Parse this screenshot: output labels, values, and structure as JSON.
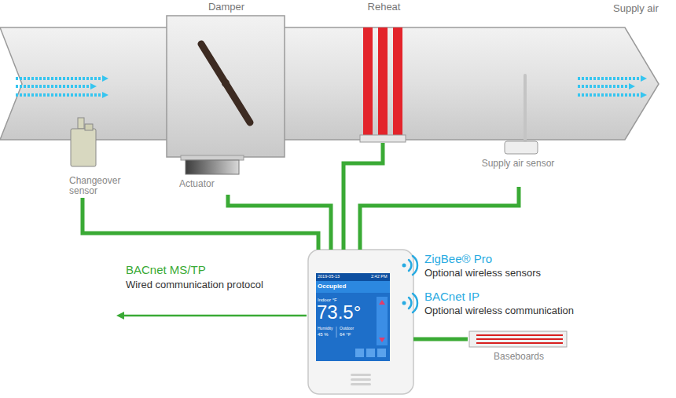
{
  "diagram": {
    "nodes": [
      {
        "text": [
          "Damper"
        ]
      },
      {
        "text": [
          "Reheat"
        ]
      },
      {
        "text": [
          "Changeover sensor"
        ]
      },
      {
        "text": [
          "Actuator"
        ]
      },
      {
        "text": [
          "Supply air sensor"
        ]
      },
      {
        "text": [
          "2019-05-13",
          "2:42 PM",
          "Occupied",
          "Indoor °F",
          "73.5°",
          "Humidity",
          "45 %",
          "Outdoor",
          "64 °F"
        ]
      },
      {
        "text": [
          "Baseboards"
        ]
      }
    ],
    "edges": [
      {
        "from": 5,
        "to": 2,
        "arrow": "none"
      },
      {
        "from": 5,
        "to": 3,
        "arrow": "none"
      },
      {
        "from": 5,
        "to": 1,
        "arrow": "none"
      },
      {
        "from": 5,
        "to": 4,
        "arrow": "none"
      },
      {
        "from": 5,
        "to": 6,
        "arrow": "none"
      }
    ],
    "labels": [
      "Supply air",
      "ZigBee® Pro",
      "Optional wireless sensors",
      "BACnet IP",
      "Optional wireless communication",
      "BACnet MS/TP",
      "Wired communication protocol"
    ]
  }
}
